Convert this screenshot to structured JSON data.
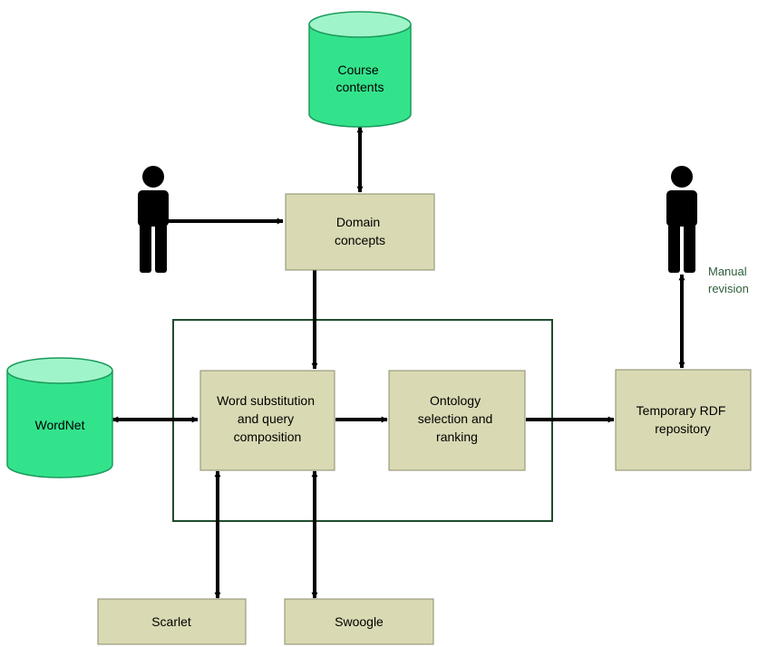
{
  "nodes": {
    "course_contents": [
      "Course",
      "contents"
    ],
    "domain_concepts": [
      "Domain",
      "concepts"
    ],
    "wordnet": [
      "WordNet"
    ],
    "word_substitution": [
      "Word substitution",
      "and query",
      "composition"
    ],
    "ontology_selection": [
      "Ontology",
      "selection and",
      "ranking"
    ],
    "temporary_rdf": [
      "Temporary RDF",
      "repository"
    ],
    "scarlet": [
      "Scarlet"
    ],
    "swoogle": [
      "Swoogle"
    ]
  },
  "annotations": {
    "manual_revision": [
      "Manual",
      "revision"
    ]
  },
  "colors": {
    "box_fill": "#d9d9b3",
    "box_stroke": "#8c8c6e",
    "db_fill": "#33e38c",
    "db_top": "#9ff5c9",
    "db_stroke": "#1c9a5c",
    "frame_stroke": "#1f4d2e",
    "arrow": "#000000",
    "person": "#000000",
    "annotation_text": "#2e5e3a"
  },
  "icons": {
    "person_left": "person-icon",
    "person_right": "person-icon"
  }
}
